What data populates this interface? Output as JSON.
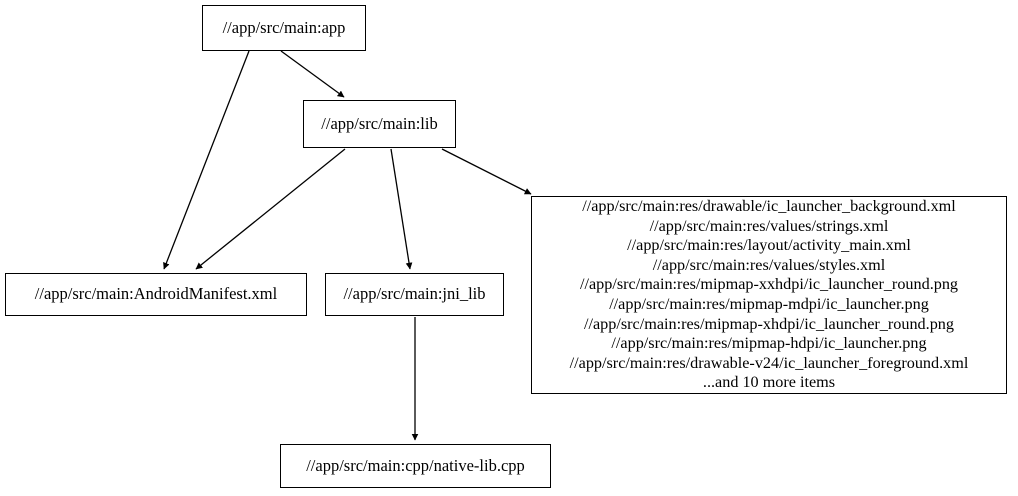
{
  "graph": {
    "type": "directed-dependency-graph",
    "background_color": "#ffffff",
    "edge_color": "#000000",
    "node_border_color": "#000000",
    "node_fill_color": "#ffffff",
    "nodes": [
      {
        "id": "app",
        "label": "//app/src/main:app"
      },
      {
        "id": "lib",
        "label": "//app/src/main:lib"
      },
      {
        "id": "manifest",
        "label": "//app/src/main:AndroidManifest.xml"
      },
      {
        "id": "jni",
        "label": "//app/src/main:jni_lib"
      },
      {
        "id": "native",
        "label": "//app/src/main:cpp/native-lib.cpp"
      },
      {
        "id": "res",
        "label": "//app/src/main:res/drawable/ic_launcher_background.xml\n//app/src/main:res/values/strings.xml\n//app/src/main:res/layout/activity_main.xml\n//app/src/main:res/values/styles.xml\n//app/src/main:res/mipmap-xxhdpi/ic_launcher_round.png\n//app/src/main:res/mipmap-mdpi/ic_launcher.png\n//app/src/main:res/mipmap-xhdpi/ic_launcher_round.png\n//app/src/main:res/mipmap-hdpi/ic_launcher.png\n//app/src/main:res/drawable-v24/ic_launcher_foreground.xml\n...and 10 more items",
        "lines": [
          "//app/src/main:res/drawable/ic_launcher_background.xml",
          "//app/src/main:res/values/strings.xml",
          "//app/src/main:res/layout/activity_main.xml",
          "//app/src/main:res/values/styles.xml",
          "//app/src/main:res/mipmap-xxhdpi/ic_launcher_round.png",
          "//app/src/main:res/mipmap-mdpi/ic_launcher.png",
          "//app/src/main:res/mipmap-xhdpi/ic_launcher_round.png",
          "//app/src/main:res/mipmap-hdpi/ic_launcher.png",
          "//app/src/main:res/drawable-v24/ic_launcher_foreground.xml",
          "...and 10 more items"
        ]
      }
    ],
    "edges": [
      {
        "from": "app",
        "to": "lib"
      },
      {
        "from": "app",
        "to": "manifest"
      },
      {
        "from": "lib",
        "to": "manifest"
      },
      {
        "from": "lib",
        "to": "jni"
      },
      {
        "from": "lib",
        "to": "res"
      },
      {
        "from": "jni",
        "to": "native"
      }
    ]
  }
}
